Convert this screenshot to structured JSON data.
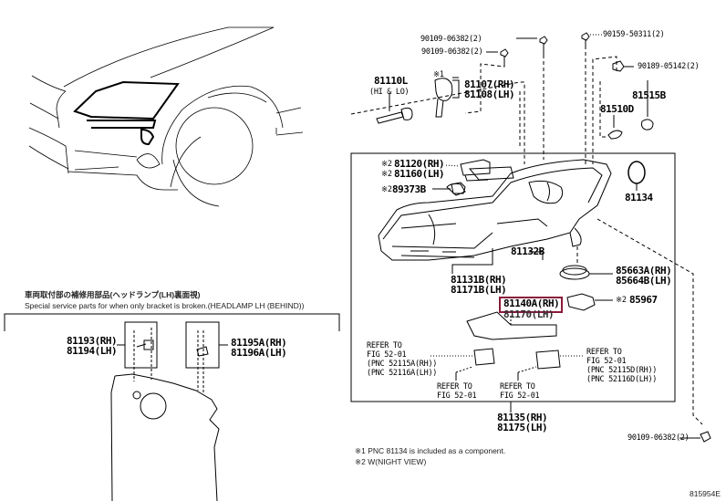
{
  "diagram": {
    "illustration_id": "815954E",
    "highlight_color": "#8b1a3a",
    "parts": {
      "p_90109_top1": "90109-06382(2)",
      "p_90109_top2": "90109-06382(2)",
      "p_90159": "90159-50311(2)",
      "p_90189": "90189-05142(2)",
      "p_81110L": "81110L",
      "p_81110L_note": "(HI & LO)",
      "p_81107_mark": "※1",
      "p_81107": "81107(RH)",
      "p_81108": "81108(LH)",
      "p_81515B": "81515B",
      "p_81510D": "81510D",
      "p_81120_mark": "※2",
      "p_81120": "81120(RH)",
      "p_81160_mark": "※2",
      "p_81160": "81160(LH)",
      "p_89373B_mark": "※2",
      "p_89373B": "89373B",
      "p_81134": "81134",
      "p_81132B": "81132B",
      "p_81131B": "81131B(RH)",
      "p_81171B": "81171B(LH)",
      "p_85663A": "85663A(RH)",
      "p_85664B": "85664B(LH)",
      "p_81140A": "81140A(RH)",
      "p_81170": "81170(LH)",
      "p_85967_mark": "※2",
      "p_85967": "85967",
      "p_81135": "81135(RH)",
      "p_81175": "81175(LH)",
      "p_90109_bottom": "90109-06382(2)"
    },
    "refer_left": [
      "REFER TO",
      "FIG 52-01",
      "(PNC 52115A(RH))",
      "(PNC 52116A(LH))"
    ],
    "refer_mid1": [
      "REFER TO",
      "FIG 52-01"
    ],
    "refer_mid2": [
      "REFER TO",
      "FIG 52-01"
    ],
    "refer_right": [
      "REFER TO",
      "FIG 52-01",
      "(PNC 52115D(RH))",
      "(PNC 52116D(LH))"
    ],
    "notes": [
      "※1 PNC 81134 is included as a component.",
      "※2 W(NIGHT VIEW)"
    ],
    "inset": {
      "title_jp": "車両取付部の補修用部品(ヘッドランプ(LH)裏面視)",
      "title_en": "Special service parts for when only bracket is broken.(HEADLAMP LH (BEHIND))",
      "p_81193": "81193(RH)",
      "p_81194": "81194(LH)",
      "p_81195A": "81195A(RH)",
      "p_81196A": "81196A(LH)"
    }
  }
}
